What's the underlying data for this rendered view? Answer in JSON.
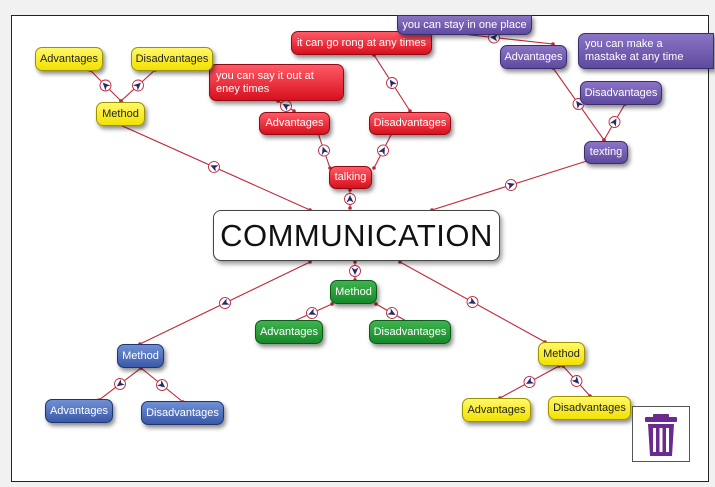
{
  "center": "COMMUNICATION",
  "nodes": {
    "talking": "talking",
    "talking_adv": "Advantages",
    "talking_dis": "Disadvantages",
    "talking_adv_note": "you can say it out at eney times",
    "talking_dis_note": "it can go rong at any times",
    "method_tl": "Method",
    "method_tl_adv": "Advantages",
    "method_tl_dis": "Disadvantages",
    "texting": "texting",
    "texting_adv": "Advantages",
    "texting_dis": "Disadvantages",
    "texting_adv_note": "you can  stay in one place",
    "texting_dis_note": "you can make a mastake at any time",
    "method_green": "Method",
    "method_green_adv": "Advantages",
    "method_green_dis": "Disadvantages",
    "method_blue": "Method",
    "method_blue_adv": "Advantages",
    "method_blue_dis": "Disadvantages",
    "method_br": "Method",
    "method_br_adv": "Advantages",
    "method_br_dis": "Disadvantages"
  },
  "colors": {
    "connector": "#c0283a",
    "arrow_fill": "#2a2a6a",
    "trash": "#6b2a8e"
  },
  "icons": {
    "delete": "trash-icon"
  }
}
